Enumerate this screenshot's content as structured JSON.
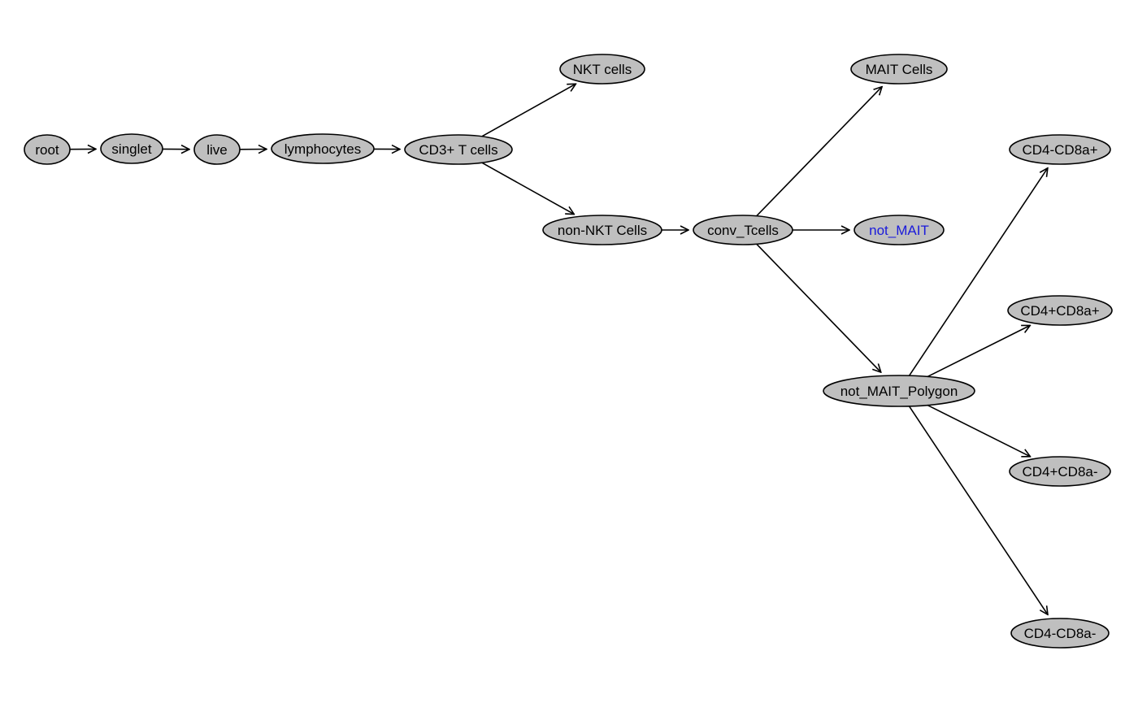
{
  "colors": {
    "node_fill": "#bfbfbf",
    "node_stroke": "#000000",
    "edge": "#000000",
    "label_default": "#000000",
    "label_highlight": "#1a1adb"
  },
  "nodes": [
    {
      "id": "root",
      "label": "root"
    },
    {
      "id": "singlet",
      "label": "singlet"
    },
    {
      "id": "live",
      "label": "live"
    },
    {
      "id": "lymphocytes",
      "label": "lymphocytes"
    },
    {
      "id": "cd3",
      "label": "CD3+ T cells"
    },
    {
      "id": "nkt",
      "label": "NKT cells"
    },
    {
      "id": "nonnkt",
      "label": "non-NKT Cells"
    },
    {
      "id": "conv",
      "label": "conv_Tcells"
    },
    {
      "id": "mait",
      "label": "MAIT Cells"
    },
    {
      "id": "notmait",
      "label": "not_MAIT",
      "highlight": true
    },
    {
      "id": "notmaitpoly",
      "label": "not_MAIT_Polygon"
    },
    {
      "id": "cd4m8p",
      "label": "CD4-CD8a+"
    },
    {
      "id": "cd4p8p",
      "label": "CD4+CD8a+"
    },
    {
      "id": "cd4p8m",
      "label": "CD4+CD8a-"
    },
    {
      "id": "cd4m8m",
      "label": "CD4-CD8a-"
    }
  ],
  "edges": [
    [
      "root",
      "singlet"
    ],
    [
      "singlet",
      "live"
    ],
    [
      "live",
      "lymphocytes"
    ],
    [
      "lymphocytes",
      "cd3"
    ],
    [
      "cd3",
      "nkt"
    ],
    [
      "cd3",
      "nonnkt"
    ],
    [
      "nonnkt",
      "conv"
    ],
    [
      "conv",
      "mait"
    ],
    [
      "conv",
      "notmait"
    ],
    [
      "conv",
      "notmaitpoly"
    ],
    [
      "notmaitpoly",
      "cd4m8p"
    ],
    [
      "notmaitpoly",
      "cd4p8p"
    ],
    [
      "notmaitpoly",
      "cd4p8m"
    ],
    [
      "notmaitpoly",
      "cd4m8m"
    ]
  ]
}
